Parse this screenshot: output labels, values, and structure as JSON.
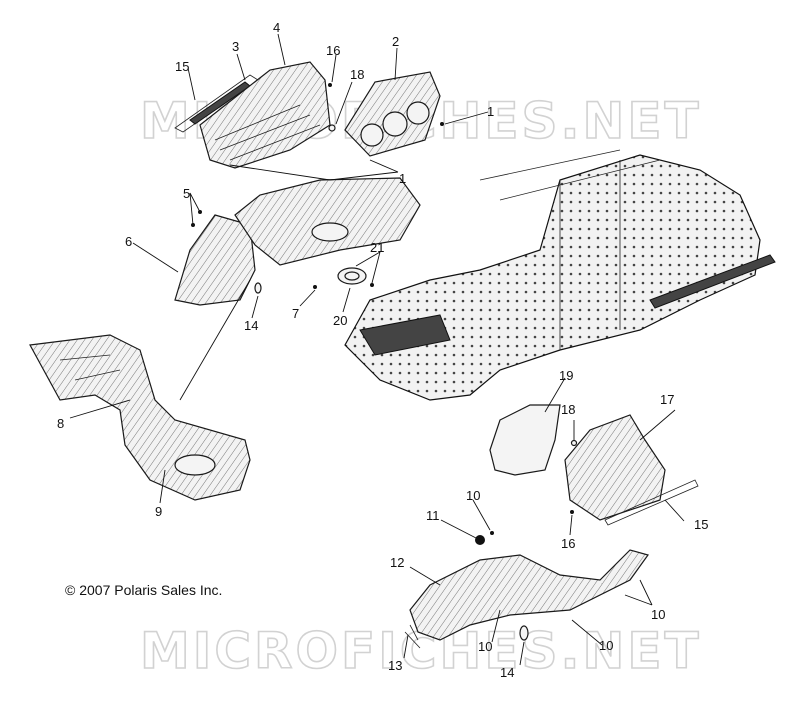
{
  "watermark_text": "MICROFICHES.NET",
  "copyright": "© 2007 Polaris Sales Inc.",
  "callouts": {
    "c1a": "1",
    "c1b": "1",
    "c2": "2",
    "c3": "3",
    "c4": "4",
    "c5": "5",
    "c6": "6",
    "c7": "7",
    "c8": "8",
    "c9": "9",
    "c10a": "10",
    "c10b": "10",
    "c10c": "10",
    "c10d": "10",
    "c11": "11",
    "c12": "12",
    "c13": "13",
    "c14a": "14",
    "c14b": "14",
    "c15a": "15",
    "c15b": "15",
    "c16a": "16",
    "c16b": "16",
    "c17": "17",
    "c18a": "18",
    "c18b": "18",
    "c19": "19",
    "c20": "20",
    "c21": "21"
  },
  "colors": {
    "ink": "#111111",
    "watermark": "#d2d2d2",
    "paper": "#ffffff"
  }
}
